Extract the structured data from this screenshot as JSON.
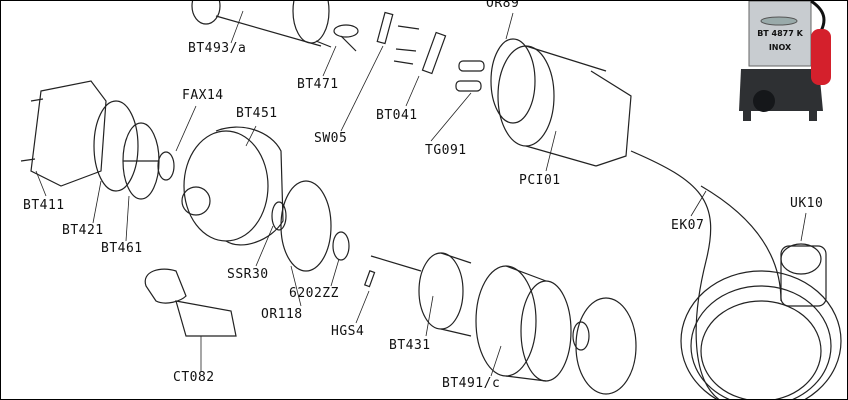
{
  "labels": {
    "bt493a": "BT493/a",
    "bt471": "BT471",
    "sw05": "SW05",
    "bt041": "BT041",
    "or89": "OR89",
    "tg091": "TG091",
    "pci01": "PCI01",
    "ek07": "EK07",
    "uk10": "UK10",
    "fax14": "FAX14",
    "bt451": "BT451",
    "bt411": "BT411",
    "bt421": "BT421",
    "bt461": "BT461",
    "ssr30": "SSR30",
    "or118": "OR118",
    "z6202": "6202ZZ",
    "hgs4": "HGS4",
    "bt431": "BT431",
    "bt491c": "BT491/c",
    "ct082": "CT082"
  },
  "product_photo": {
    "model": "BT 4877 K",
    "material": "INOX"
  },
  "colors": {
    "line": "#222222",
    "float": "#d4202c",
    "steel": "#c8ccd0",
    "base": "#2e3033"
  }
}
